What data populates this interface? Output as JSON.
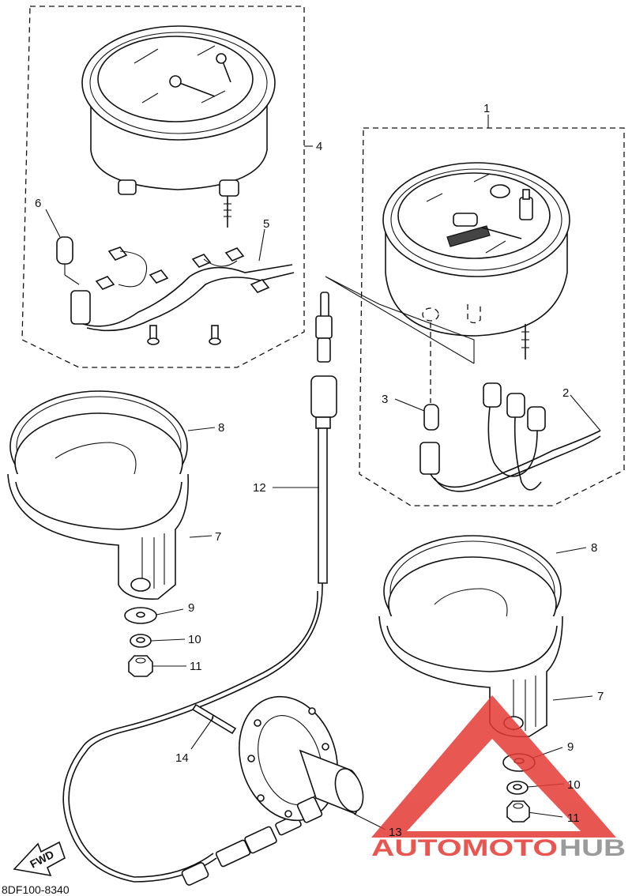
{
  "drawing_code": "8DF100-8340",
  "direction_label": "FWD",
  "watermark": {
    "text_part1": "AUTOMOTO",
    "text_part2": "HUB",
    "color_red": "#e53935",
    "color_grey": "#8a8a8a"
  },
  "callouts": {
    "c1": "1",
    "c2": "2",
    "c3": "3",
    "c4": "4",
    "c5": "5",
    "c6": "6",
    "c7a": "7",
    "c7b": "7",
    "c8a": "8",
    "c8b": "8",
    "c9a": "9",
    "c9b": "9",
    "c10a": "10",
    "c10b": "10",
    "c11a": "11",
    "c11b": "11",
    "c12": "12",
    "c13": "13",
    "c14": "14"
  }
}
